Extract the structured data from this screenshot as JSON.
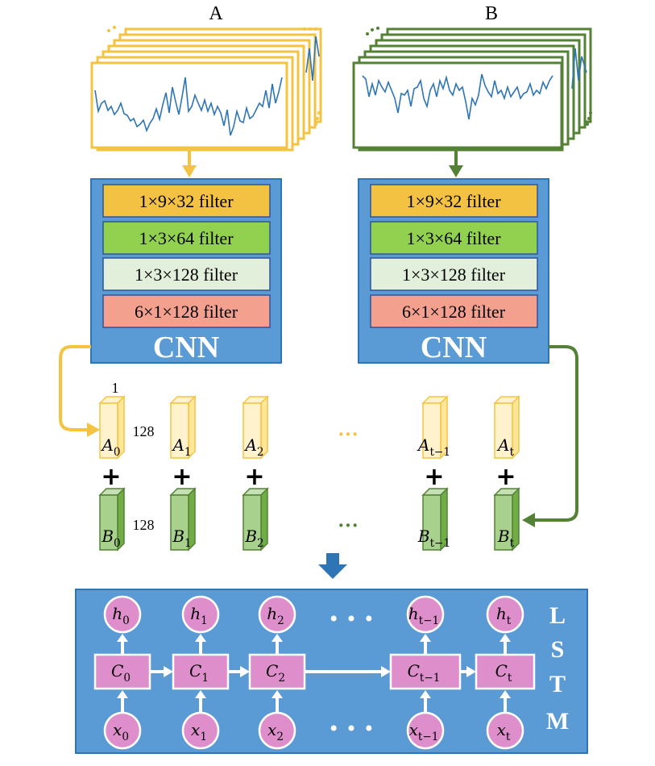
{
  "inputs": [
    {
      "label": "A",
      "color": "#F5C342"
    },
    {
      "label": "B",
      "color": "#548235"
    }
  ],
  "cnn": {
    "title": "CNN",
    "box_color": "#5B9BD5",
    "filters": [
      {
        "label": "1×9×32 filter",
        "color": "#F4C242"
      },
      {
        "label": "1×3×64 filter",
        "color": "#92D050"
      },
      {
        "label": "1×3×128 filter",
        "color": "#E2EFDA"
      },
      {
        "label": "6×1×128 filter",
        "color": "#F4A08E"
      }
    ]
  },
  "vectors": {
    "a_labels": [
      "A",
      "A",
      "A",
      "A",
      "A"
    ],
    "a_subscripts": [
      "0",
      "1",
      "2",
      "t−1",
      "t"
    ],
    "b_labels": [
      "B",
      "B",
      "B",
      "B",
      "B"
    ],
    "b_subscripts": [
      "0",
      "1",
      "2",
      "t−1",
      "t"
    ],
    "plus": "+",
    "ellipsis": "···",
    "dim_width": "1",
    "dim_height_a": "128",
    "dim_height_b": "128"
  },
  "lstm": {
    "letters": [
      "L",
      "S",
      "T",
      "M"
    ],
    "h_subscripts": [
      "0",
      "1",
      "2",
      "t−1",
      "t"
    ],
    "c_subscripts": [
      "0",
      "1",
      "2",
      "t−1",
      "t"
    ],
    "x_subscripts": [
      "0",
      "1",
      "2",
      "t−1",
      "t"
    ],
    "h": "h",
    "c": "C",
    "x": "x",
    "dots": "• • •",
    "box_color": "#5B9BD5",
    "node_color": "#DE8FCB"
  }
}
